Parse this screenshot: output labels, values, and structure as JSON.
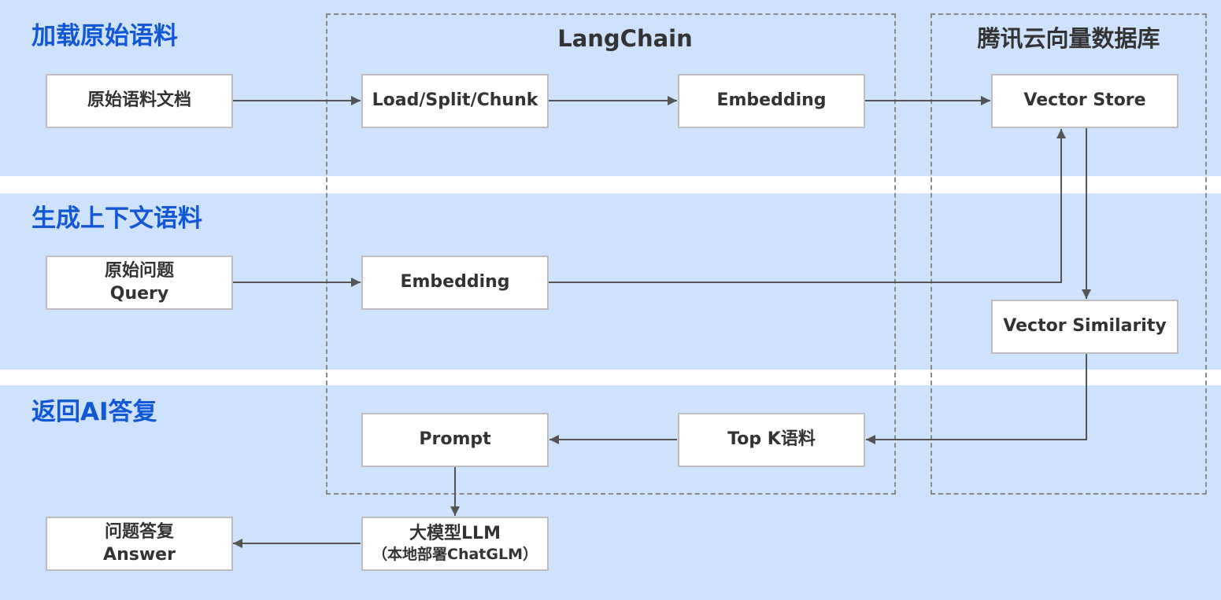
{
  "sections": [
    {
      "id": "load",
      "title": "加载原始语料"
    },
    {
      "id": "context",
      "title": "生成上下文语料"
    },
    {
      "id": "answer",
      "title": "返回AI答复"
    }
  ],
  "groups": {
    "langchain": {
      "title": "LangChain"
    },
    "vectordb": {
      "title": "腾讯云向量数据库"
    }
  },
  "nodes": {
    "raw_docs": {
      "label": "原始语料文档"
    },
    "load_split_chunk": {
      "label": "Load/Split/Chunk"
    },
    "embedding_docs": {
      "label": "Embedding"
    },
    "vector_store": {
      "label": "Vector Store"
    },
    "raw_question": {
      "line1": "原始问题",
      "line2": "Query"
    },
    "embedding_query": {
      "label": "Embedding"
    },
    "vector_similarity": {
      "label": "Vector Similarity"
    },
    "prompt": {
      "label": "Prompt"
    },
    "topk": {
      "label": "Top K语料"
    },
    "llm": {
      "line1": "大模型LLM",
      "line2": "（本地部署ChatGLM）"
    },
    "qa_answer": {
      "line1": "问题答复",
      "line2": "Answer"
    }
  },
  "colors": {
    "band": "#cfe2fd",
    "section_title": "#1157d6",
    "node_border": "#bdbdbd",
    "edge": "#555555",
    "frame": "#8a8a8a"
  }
}
